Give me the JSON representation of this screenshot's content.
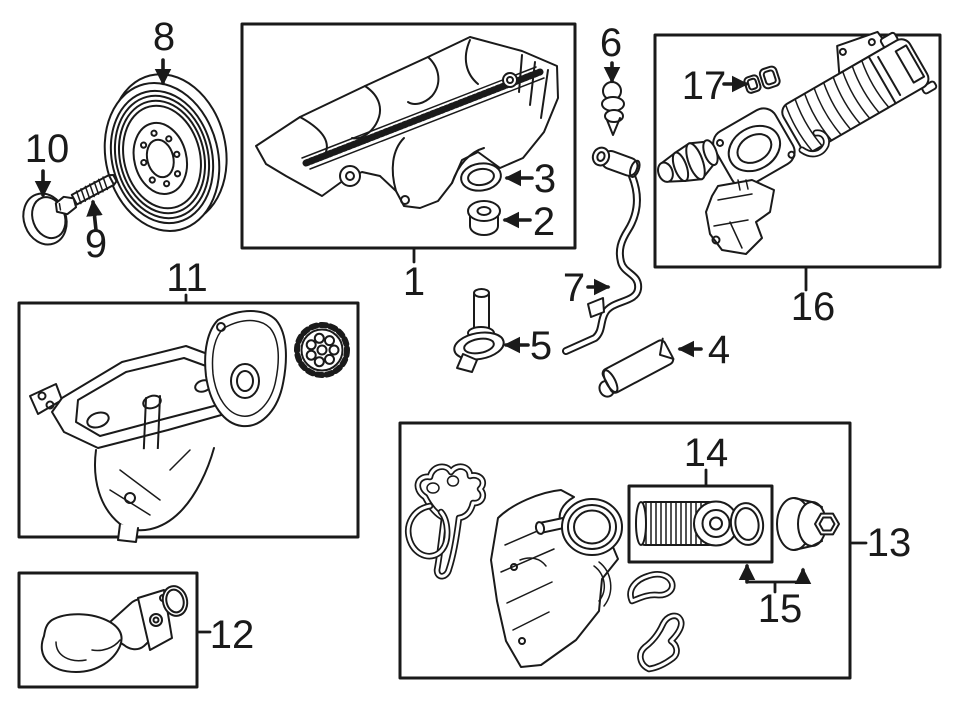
{
  "colors": {
    "background": "#ffffff",
    "line": "#1a1a1a"
  },
  "callouts": {
    "c1": "1",
    "c2": "2",
    "c3": "3",
    "c4": "4",
    "c5": "5",
    "c6": "6",
    "c7": "7",
    "c8": "8",
    "c9": "9",
    "c10": "10",
    "c11": "11",
    "c12": "12",
    "c13": "13",
    "c14": "14",
    "c15": "15",
    "c16": "16",
    "c17": "17"
  }
}
